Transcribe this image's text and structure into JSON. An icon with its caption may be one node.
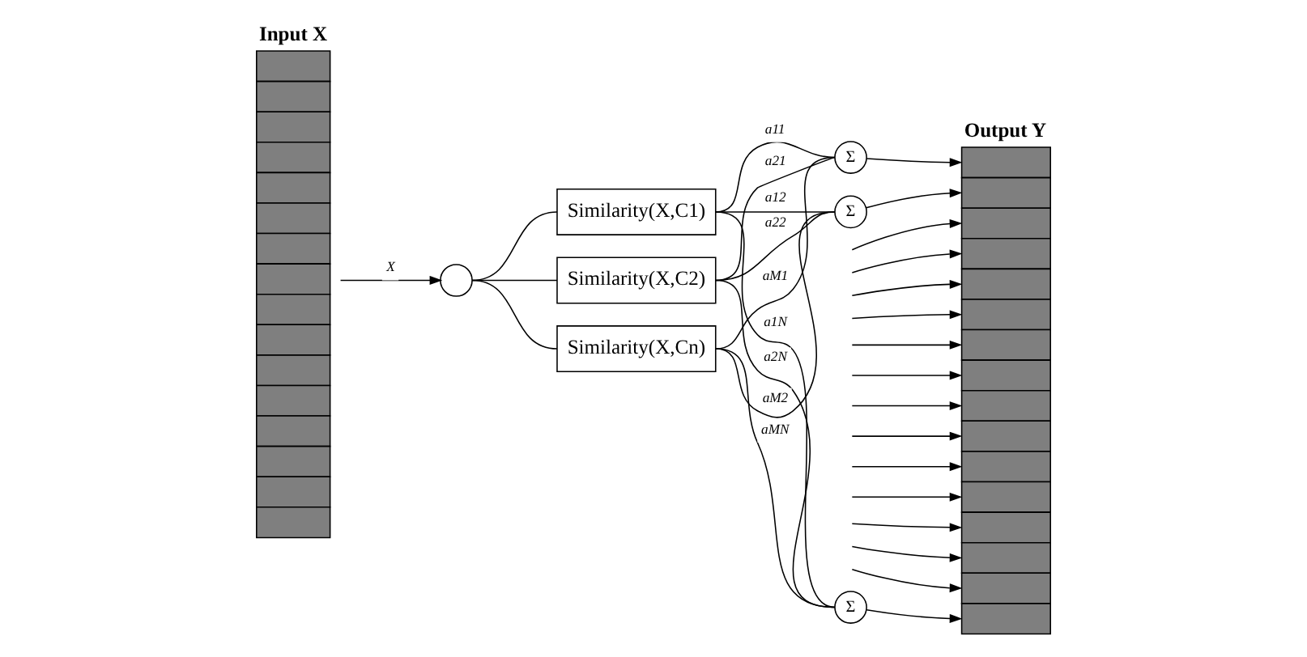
{
  "diagram": {
    "nodes": [
      {
        "text": [
          "Input X"
        ]
      },
      {
        "text": [],
        "shape": "circle"
      },
      {
        "text": [
          "Similarity(X,C1)"
        ]
      },
      {
        "text": [
          "Similarity(X,C2)"
        ]
      },
      {
        "text": [
          "Similarity(X,Cn)"
        ]
      },
      {
        "text": [
          "Σ"
        ]
      },
      {
        "text": [
          "Σ"
        ]
      },
      {
        "text": [
          "Σ"
        ]
      },
      {
        "text": [
          "Output Y"
        ]
      }
    ],
    "edges": [
      {
        "from": 0,
        "to": 1,
        "arrow": "to",
        "label": "X"
      },
      {
        "from": 1,
        "to": 2,
        "arrow": "none"
      },
      {
        "from": 1,
        "to": 3,
        "arrow": "none"
      },
      {
        "from": 1,
        "to": 4,
        "arrow": "none"
      },
      {
        "from": 2,
        "to": 5,
        "arrow": "none",
        "label": "a11"
      },
      {
        "from": 2,
        "to": 6,
        "arrow": "none",
        "label": "a12"
      },
      {
        "from": 2,
        "to": 7,
        "arrow": "none",
        "label": "a1N"
      },
      {
        "from": 3,
        "to": 5,
        "arrow": "none",
        "label": "a21"
      },
      {
        "from": 3,
        "to": 6,
        "arrow": "none",
        "label": "a22"
      },
      {
        "from": 3,
        "to": 7,
        "arrow": "none",
        "label": "a2N"
      },
      {
        "from": 4,
        "to": 5,
        "arrow": "none",
        "label": "aM1"
      },
      {
        "from": 4,
        "to": 6,
        "arrow": "none",
        "label": "aM2"
      },
      {
        "from": 4,
        "to": 7,
        "arrow": "none",
        "label": "aMN"
      },
      {
        "from": 5,
        "to": 8,
        "arrow": "to"
      },
      {
        "from": 6,
        "to": 8,
        "arrow": "to"
      },
      {
        "from": null,
        "to": 8,
        "arrow": "to"
      },
      {
        "from": null,
        "to": 8,
        "arrow": "to"
      },
      {
        "from": null,
        "to": 8,
        "arrow": "to"
      },
      {
        "from": null,
        "to": 8,
        "arrow": "to"
      },
      {
        "from": null,
        "to": 8,
        "arrow": "to"
      },
      {
        "from": null,
        "to": 8,
        "arrow": "to"
      },
      {
        "from": null,
        "to": 8,
        "arrow": "to"
      },
      {
        "from": null,
        "to": 8,
        "arrow": "to"
      },
      {
        "from": null,
        "to": 8,
        "arrow": "to"
      },
      {
        "from": null,
        "to": 8,
        "arrow": "to"
      },
      {
        "from": null,
        "to": 8,
        "arrow": "to"
      },
      {
        "from": null,
        "to": 8,
        "arrow": "to"
      },
      {
        "from": null,
        "to": 8,
        "arrow": "to"
      },
      {
        "from": 7,
        "to": 8,
        "arrow": "to"
      }
    ]
  }
}
